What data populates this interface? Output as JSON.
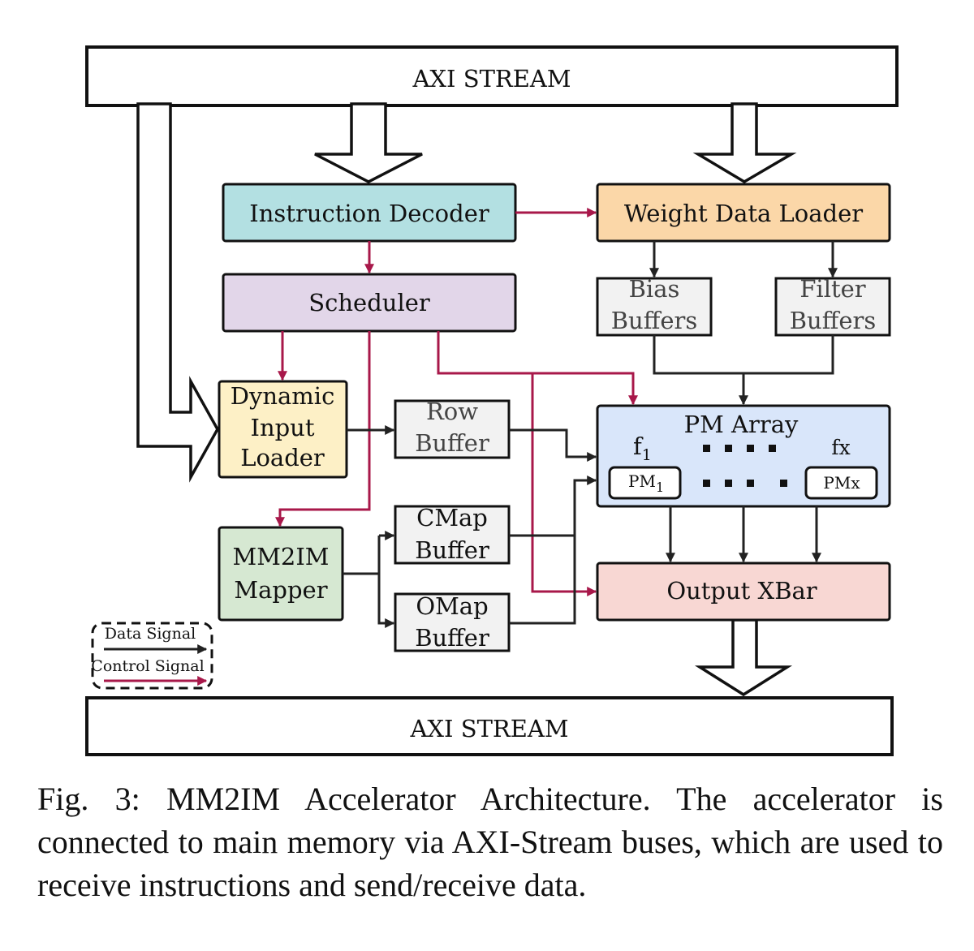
{
  "bus_top": "AXI STREAM",
  "bus_bottom": "AXI STREAM",
  "blocks": {
    "instruction_decoder": "Instruction Decoder",
    "weight_data_loader": "Weight Data Loader",
    "scheduler": "Scheduler",
    "bias_buffers": [
      "Bias",
      "Buffers"
    ],
    "filter_buffers": [
      "Filter",
      "Buffers"
    ],
    "dynamic_input_loader": [
      "Dynamic",
      "Input",
      "Loader"
    ],
    "row_buffer": [
      "Row",
      "Buffer"
    ],
    "cmap_buffer": [
      "CMap",
      "Buffer"
    ],
    "omap_buffer": [
      "OMap",
      "Buffer"
    ],
    "mm2im_mapper": [
      "MM2IM",
      "Mapper"
    ],
    "pm_array": "PM Array",
    "pm_f1_label": "f",
    "pm_f1_sub": "1",
    "pm_fx_label": "fx",
    "pm1_label": "PM",
    "pm1_sub": "1",
    "pmx_label": "PMx",
    "output_xbar": "Output XBar"
  },
  "legend": {
    "data_signal": "Data Signal",
    "control_signal": "Control Signal"
  },
  "caption": "Fig. 3: MM2IM Accelerator Architecture. The accelerator is connected to main memory via AXI-Stream buses, which are used to receive instructions and send/receive data.",
  "colors": {
    "instruction_decoder": "#b3e0e2",
    "weight_data_loader": "#fbd7a8",
    "scheduler": "#e2d6e9",
    "dynamic_input_loader": "#fdf0c6",
    "buffers": "#f2f2f2",
    "mm2im_mapper": "#d6e8d2",
    "pm_array": "#d9e6fa",
    "output_xbar": "#f8d7d3",
    "control_signal": "#a8184a",
    "data_signal": "#222222"
  }
}
